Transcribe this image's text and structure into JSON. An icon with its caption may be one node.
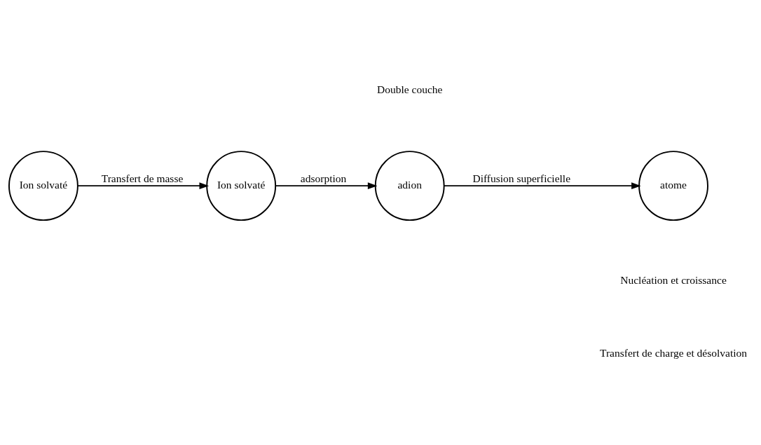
{
  "diagram": {
    "nodes": [
      {
        "text": [
          "Ion solvaté"
        ]
      },
      {
        "text": [
          "Ion solvaté"
        ]
      },
      {
        "text": [
          "adion"
        ]
      },
      {
        "text": [
          "atome"
        ]
      }
    ],
    "edges": [
      {
        "from": 0,
        "to": 1,
        "arrow": "to",
        "label": "Transfert de masse"
      },
      {
        "from": 1,
        "to": 2,
        "arrow": "to",
        "label": "adsorption"
      },
      {
        "from": 2,
        "to": 3,
        "arrow": "to",
        "label": "Diffusion superficielle"
      }
    ],
    "labels": [
      "Double couche",
      "Nucléation et croissance",
      "Transfert de charge et désolvation"
    ]
  }
}
